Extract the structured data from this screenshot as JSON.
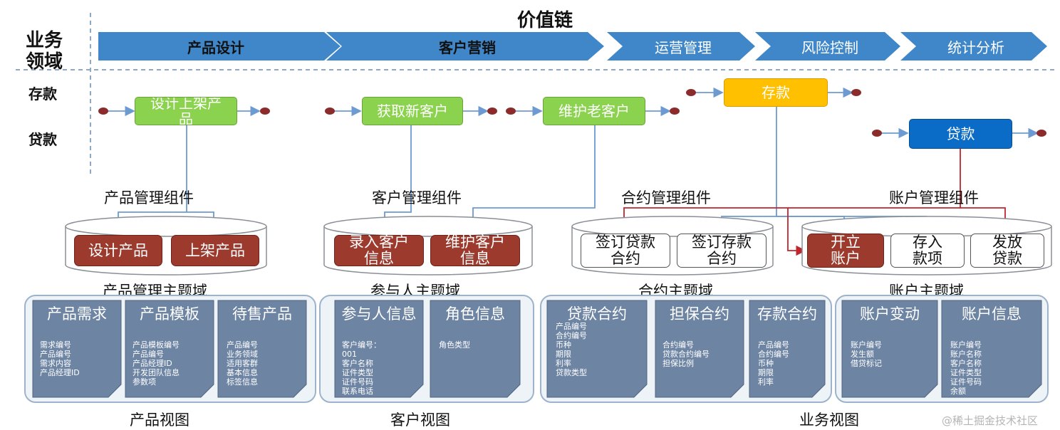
{
  "header": {
    "title": "价值链",
    "domain_label": [
      "业务",
      "领域"
    ],
    "chain": [
      "产品设计",
      "客户营销",
      "运营管理",
      "风险控制",
      "统计分析"
    ]
  },
  "rows": {
    "deposit": "存款",
    "loan": "贷款"
  },
  "process_nodes": {
    "design": "设计上架产品",
    "acquire": "获取新客户",
    "maintain": "维护老客户",
    "deposit": "存款",
    "loan": "贷款"
  },
  "components": {
    "product": {
      "title": "产品管理组件",
      "items": [
        "设计产品",
        "上架产品"
      ]
    },
    "customer": {
      "title": "客户管理组件",
      "items": [
        "录入客户信息",
        "维护客户信息"
      ]
    },
    "contract": {
      "title": "合约管理组件",
      "items": [
        "签订贷款合约",
        "签订存款合约"
      ]
    },
    "account": {
      "title": "账户管理组件",
      "items": [
        "开立账户",
        "存入款项",
        "发放贷款"
      ]
    }
  },
  "domains": {
    "product": "产品管理主题域",
    "party": "参与人主题域",
    "contract": "合约主题域",
    "account": "账户主题域"
  },
  "entities": {
    "product_req": {
      "title": "产品需求",
      "fields": [
        "需求编号",
        "产品编号",
        "需求内容",
        "产品经理ID"
      ]
    },
    "product_tpl": {
      "title": "产品模板",
      "fields": [
        "产品模板编号",
        "产品编号",
        "产品经理ID",
        "开发团队信息",
        "参数项"
      ]
    },
    "product_sale": {
      "title": "待售产品",
      "fields": [
        "产品编号",
        "业务领域",
        "适用客群",
        "基本信息",
        "标签信息"
      ]
    },
    "party": {
      "title": "参与人信息",
      "fields": [
        "客户编号：",
        "001",
        "客户名称",
        "证件类型",
        "证件号码",
        "联系电话"
      ]
    },
    "role": {
      "title": "角色信息",
      "fields": [
        "角色类型"
      ]
    },
    "loan_contract": {
      "title": "贷款合约",
      "fields": [
        "产品编号",
        "合约编号",
        "币种",
        "期限",
        "利率",
        "贷款类型"
      ]
    },
    "guarantee": {
      "title": "担保合约",
      "fields": [
        "合约编号",
        "贷款合约编号",
        "担保比例"
      ]
    },
    "deposit_contract": {
      "title": "存款合约",
      "fields": [
        "产品编号",
        "合约编号",
        "币种",
        "期限",
        "利率"
      ]
    },
    "acct_change": {
      "title": "账户变动",
      "fields": [
        "账户编号",
        "发生额",
        "借贷标记"
      ]
    },
    "acct_info": {
      "title": "账户信息",
      "fields": [
        "账户编号",
        "账户名称",
        "客户名称",
        "证件类型",
        "证件号码",
        "余额"
      ]
    }
  },
  "views": {
    "product": "产品视图",
    "customer": "客户视图",
    "business": "业务视图"
  },
  "watermark": "@稀土掘金技术社区",
  "colors": {
    "chevron": "#3f87c9",
    "green": "#8bd34e",
    "yellow": "#ffc000",
    "blue": "#0b6cc7",
    "red_component": "#9c3a2d",
    "doc": "#6d84a3",
    "line_blue": "#6d9bd1",
    "line_red": "#c0262d",
    "endpoint": "#8b2b2b"
  }
}
